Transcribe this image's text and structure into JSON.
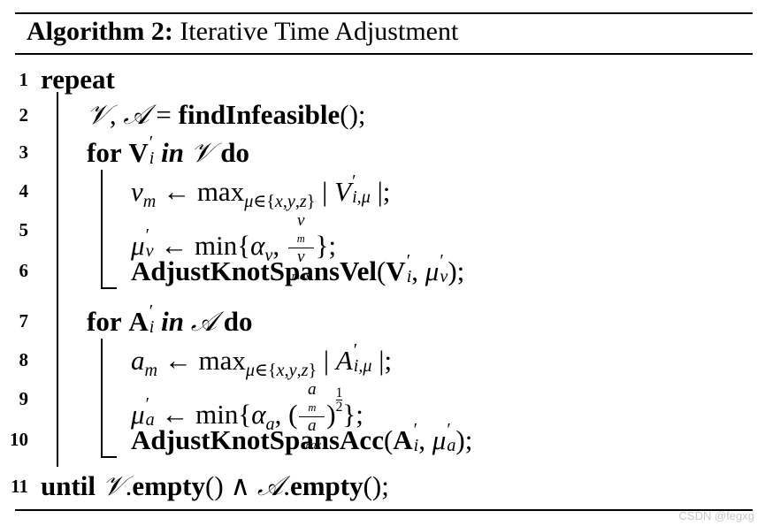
{
  "algorithm": {
    "label": "Algorithm 2:",
    "title": "Iterative Time Adjustment"
  },
  "keywords": {
    "repeat": "repeat",
    "for": "for",
    "in": "in",
    "do": "do",
    "until": "until"
  },
  "lines": [
    {
      "n": "1",
      "text": "repeat"
    },
    {
      "n": "2",
      "text": "𝒱, 𝒜 = findInfeasible();"
    },
    {
      "n": "3",
      "text": "for V′ᵢ in 𝒱 do"
    },
    {
      "n": "4",
      "text": "v_m ← max_{μ∈{x,y,z}} | V′_{i,μ} |;"
    },
    {
      "n": "5",
      "text": "μ′_v ← min{α_v, v_m / v_max};"
    },
    {
      "n": "6",
      "text": "AdjustKnotSpansVel(V′ᵢ, μ′_v);"
    },
    {
      "n": "7",
      "text": "for A′ᵢ in 𝒜 do"
    },
    {
      "n": "8",
      "text": "a_m ← max_{μ∈{x,y,z}} | A′_{i,μ} |;"
    },
    {
      "n": "9",
      "text": "μ′_a ← min{α_a, (a_m / a_max)^(1/2)};"
    },
    {
      "n": "10",
      "text": "AdjustKnotSpansAcc(A′ᵢ, μ′_a);"
    },
    {
      "n": "11",
      "text": "until 𝒱.empty() ∧ 𝒜.empty();"
    }
  ],
  "functions": {
    "find": "findInfeasible",
    "vel": "AdjustKnotSpansVel",
    "acc": "AdjustKnotSpansAcc",
    "empty": "empty"
  },
  "watermark": "CSDN @fegxg"
}
